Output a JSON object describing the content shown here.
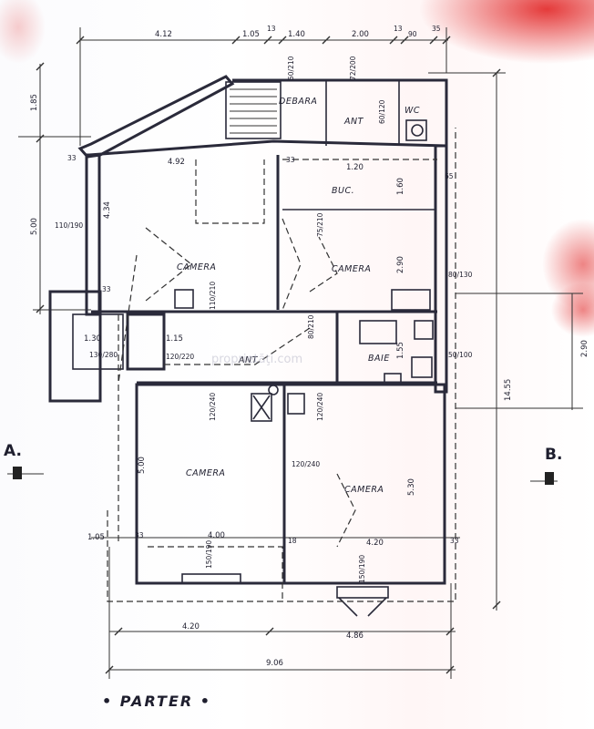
{
  "title": "• PARTER •",
  "watermark": "proprietăţi.com",
  "section_marks": {
    "left": "A.",
    "right": "B."
  },
  "rooms": {
    "debara": "DEBARA",
    "wc": "WC",
    "ant_upper": "ANT",
    "buc": "BUC.",
    "camera_nw": "CAMERA",
    "camera_ne": "CAMERA",
    "ant_center": "ANT.",
    "baie": "BAIE",
    "camera_sw": "CAMERA",
    "camera_se": "CAMERA"
  },
  "dimensions": {
    "top": [
      "4.12",
      "1.05",
      "13",
      "1.40",
      "2.00",
      "13",
      "90",
      "35"
    ],
    "left": [
      "1.85",
      "5.00",
      "1.05"
    ],
    "right": [
      "14.55",
      "2.90"
    ],
    "bottom": [
      "4.20",
      "4.86",
      "9.06"
    ],
    "inner": {
      "d_4_92": "4.92",
      "d_4_34": "4.34",
      "d_1_60": "1.60",
      "d_2_90": "2.90",
      "d_5_30": "5.30",
      "d_5_00": "5.00",
      "d_4_00": "4.00",
      "d_4_20": "4.20",
      "d_1_20": "1.20",
      "d_1_55": "1.55",
      "d_1_30": "1.30",
      "d_1_15": "1.15",
      "d_33_a": "33",
      "d_33_b": "33",
      "d_33_c": "33",
      "d_33_d": "33",
      "d_33_e": "33",
      "d_18": "18",
      "d_65": "65",
      "d_110_190": "110/190",
      "d_80_130": "80/130",
      "d_50_100": "50/100",
      "d_120_240_a": "120/240",
      "d_120_240_b": "120/240",
      "d_120_240_c": "120/240",
      "d_110_210": "110/210",
      "d_130_280": "130/280",
      "d_150_190_a": "150/190",
      "d_150_190_b": "150/190",
      "d_120_220": "120/220",
      "d_80_210": "80/210",
      "d_75_210": "75/210",
      "d_72_200": "72/200",
      "d_60_120": "60/120",
      "d_50_210": "50/210"
    }
  }
}
